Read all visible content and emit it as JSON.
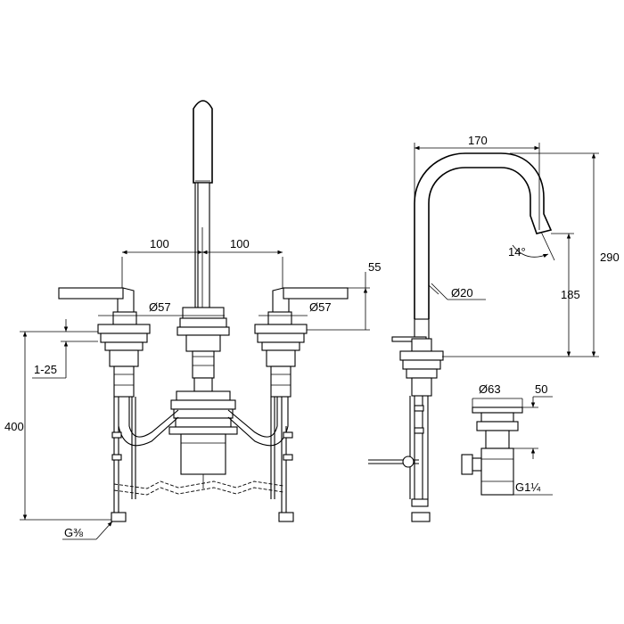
{
  "labels": {
    "dim_100_left": "100",
    "dim_100_right": "100",
    "dim_55": "55",
    "dim_57_left": "Ø57",
    "dim_57_right": "Ø57",
    "dim_1_25": "1-25",
    "dim_400": "400",
    "dim_g38": "G⅜",
    "dim_170": "170",
    "dim_290": "290",
    "dim_185": "185",
    "dim_14deg": "14°",
    "dim_20": "Ø20",
    "dim_63": "Ø63",
    "dim_50": "50",
    "dim_g114": "G1¼"
  }
}
